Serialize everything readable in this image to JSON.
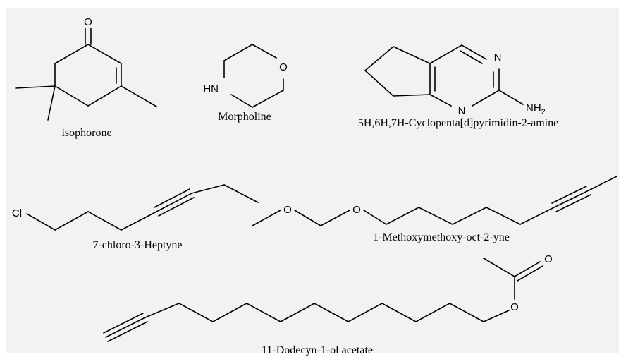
{
  "molecules": {
    "isophorone": {
      "name": "isophorone",
      "atoms": {
        "o": "O"
      }
    },
    "morpholine": {
      "name": "Morpholine",
      "atoms": {
        "o": "O",
        "hn": "HN"
      }
    },
    "cyclopentapyrimidine": {
      "name": "5H,6H,7H-Cyclopenta[d]pyrimidin-2-amine",
      "atoms": {
        "n1": "N",
        "n2": "N",
        "nh": "NH",
        "sub2": "2"
      }
    },
    "chloroheptyne": {
      "name": "7-chloro-3-Heptyne",
      "atoms": {
        "cl": "Cl"
      }
    },
    "methoxymethoxy": {
      "name": "1-Methoxymethoxy-oct-2-yne",
      "atoms": {
        "o1": "O",
        "o2": "O"
      }
    },
    "dodecynol": {
      "name": "11-Dodecyn-1-ol acetate",
      "atoms": {
        "o1": "O",
        "o2": "O"
      }
    }
  }
}
